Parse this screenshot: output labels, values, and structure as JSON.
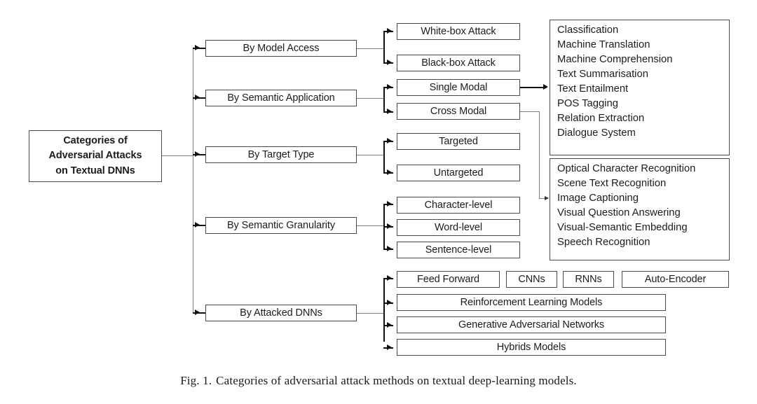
{
  "figure": {
    "caption_label": "Fig. 1.",
    "caption_text": "Categories of adversarial attack methods on textual deep-learning models."
  },
  "root": {
    "line1": "Categories of",
    "line2": "Adversarial Attacks",
    "line3": "on Textual DNNs"
  },
  "categories": [
    {
      "label": "By Model Access"
    },
    {
      "label": "By Semantic Application"
    },
    {
      "label": "By Target Type"
    },
    {
      "label": "By Semantic Granularity"
    },
    {
      "label": "By Attacked DNNs"
    }
  ],
  "leaves": {
    "model_access": [
      {
        "label": "White-box Attack"
      },
      {
        "label": "Black-box Attack"
      }
    ],
    "semantic_application": [
      {
        "label": "Single Modal"
      },
      {
        "label": "Cross Modal"
      }
    ],
    "target_type": [
      {
        "label": "Targeted"
      },
      {
        "label": "Untargeted"
      }
    ],
    "semantic_granularity": [
      {
        "label": "Character-level"
      },
      {
        "label": "Word-level"
      },
      {
        "label": "Sentence-level"
      }
    ],
    "attacked_dnns_row1": [
      {
        "label": "Feed Forward"
      },
      {
        "label": "CNNs"
      },
      {
        "label": "RNNs"
      },
      {
        "label": "Auto-Encoder"
      }
    ],
    "attacked_dnns_rows": [
      {
        "label": "Reinforcement Learning Models"
      },
      {
        "label": "Generative Adversarial Networks"
      },
      {
        "label": "Hybrids Models"
      }
    ]
  },
  "single_modal_tasks": [
    "Classification",
    "Machine Translation",
    "Machine Comprehension",
    "Text Summarisation",
    "Text Entailment",
    "POS Tagging",
    "Relation Extraction",
    "Dialogue System"
  ],
  "cross_modal_tasks": [
    "Optical Character Recognition",
    "Scene Text Recognition",
    "Image Captioning",
    "Visual Question Answering",
    "Visual-Semantic Embedding",
    "Speech Recognition"
  ],
  "colors": {
    "box_border": "#4a4a4a",
    "text": "#1c1c1c",
    "connector_thin": "#7d7d7d",
    "connector_thick": "#111111",
    "background": "#ffffff"
  }
}
